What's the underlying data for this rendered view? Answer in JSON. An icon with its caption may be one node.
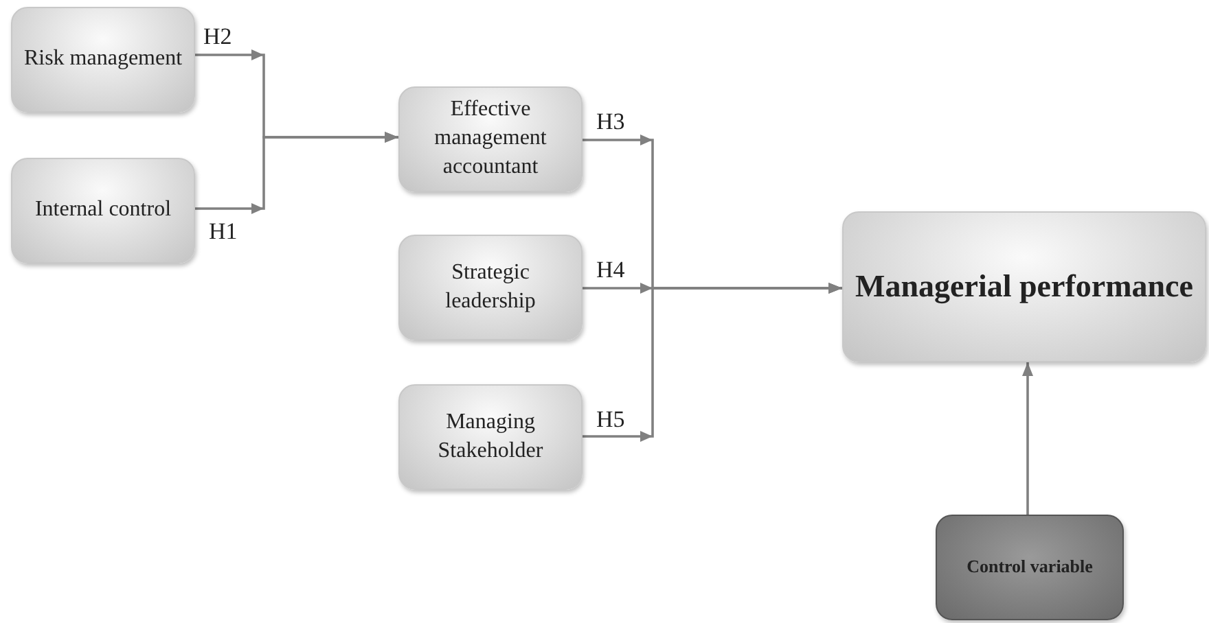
{
  "diagram": {
    "nodes": [
      {
        "text": [
          "Risk management"
        ]
      },
      {
        "text": [
          "Internal control"
        ]
      },
      {
        "text": [
          "Effective management accountant"
        ]
      },
      {
        "text": [
          "Strategic leadership"
        ]
      },
      {
        "text": [
          "Managing Stakeholder"
        ]
      },
      {
        "text": [
          "Managerial performance"
        ]
      },
      {
        "text": [
          "Control variable"
        ]
      }
    ],
    "edges": [
      {
        "from": 0,
        "to": 2,
        "arrow": "to",
        "label": "H2"
      },
      {
        "from": 1,
        "to": 2,
        "arrow": "to",
        "label": "H1"
      },
      {
        "from": 2,
        "to": 5,
        "arrow": "to",
        "label": "H3"
      },
      {
        "from": 3,
        "to": 5,
        "arrow": "to",
        "label": "H4"
      },
      {
        "from": 4,
        "to": 5,
        "arrow": "to",
        "label": "H5"
      },
      {
        "from": 6,
        "to": 5,
        "arrow": "to"
      }
    ]
  }
}
